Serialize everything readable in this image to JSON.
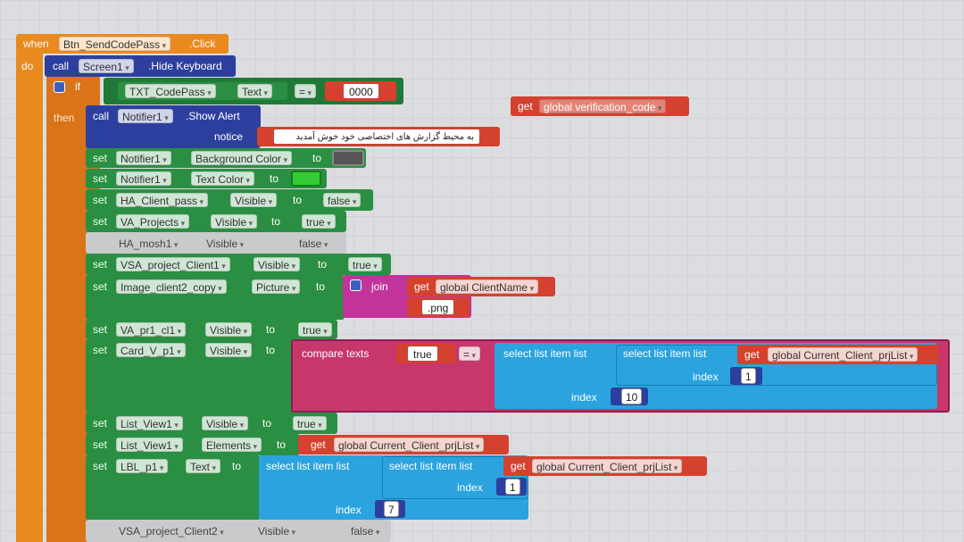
{
  "event": {
    "when": "when",
    "component": "Btn_SendCodePass",
    "event": ".Click",
    "do": "do"
  },
  "hide": {
    "call": "call",
    "component": "Screen1",
    "method": ".Hide Keyboard"
  },
  "if_block": {
    "if": "if",
    "then": "then",
    "component": "TXT_CodePass",
    "property": "Text",
    "op": "=",
    "value": "0000"
  },
  "floating_get": {
    "get": "get",
    "var": "global verification_code"
  },
  "alert": {
    "call": "call",
    "component": "Notifier1",
    "method": ".Show Alert",
    "notice": "notice",
    "message": "به محیط گزارش های اختصاصی خود خوش آمدید"
  },
  "sets": [
    {
      "set": "set",
      "component": "Notifier1",
      "property": "Background Color",
      "to": "to",
      "color": "#444444"
    },
    {
      "set": "set",
      "component": "Notifier1",
      "property": "Text Color",
      "to": "to",
      "color": "#33cc33"
    },
    {
      "set": "set",
      "component": "HA_Client_pass",
      "property": "Visible",
      "to": "to",
      "value": "false"
    },
    {
      "set": "set",
      "component": "VA_Projects",
      "property": "Visible",
      "to": "to",
      "value": "true"
    },
    {
      "set": "",
      "component": "HA_mosh1",
      "property": "Visible",
      "to": "",
      "value": "false"
    },
    {
      "set": "set",
      "component": "VSA_project_Client1",
      "property": "Visible",
      "to": "to",
      "value": "true"
    },
    {
      "set": "set",
      "component": "Image_client2_copy",
      "property": "Picture",
      "to": "to"
    },
    {
      "set": "set",
      "component": "VA_pr1_cl1",
      "property": "Visible",
      "to": "to",
      "value": "true"
    },
    {
      "set": "set",
      "component": "Card_V_p1",
      "property": "Visible",
      "to": "to"
    },
    {
      "set": "set",
      "component": "List_View1",
      "property": "Visible",
      "to": "to",
      "value": "true"
    },
    {
      "set": "set",
      "component": "List_View1",
      "property": "Elements",
      "to": "to"
    },
    {
      "set": "set",
      "component": "LBL_p1",
      "property": "Text",
      "to": "to"
    },
    {
      "set": "",
      "component": "VSA_project_Client2",
      "property": "Visible",
      "to": "",
      "value": "false"
    }
  ],
  "join": {
    "label": "join",
    "get": "get",
    "var": "global ClientName",
    "suffix": ".png"
  },
  "compare": {
    "label": "compare texts",
    "left": "true",
    "op": "=",
    "outer_select": "select list item  list",
    "inner_select": "select list item  list",
    "get": "get",
    "var": "global Current_Client_prjList",
    "index_label": "index",
    "inner_index": "1",
    "outer_index": "10"
  },
  "elements_get": {
    "get": "get",
    "var": "global Current_Client_prjList"
  },
  "lbl": {
    "outer_select": "select list item  list",
    "inner_select": "select list item  list",
    "get": "get",
    "var": "global Current_Client_prjList",
    "index_label": "index",
    "inner_index": "1",
    "outer_index": "7"
  }
}
